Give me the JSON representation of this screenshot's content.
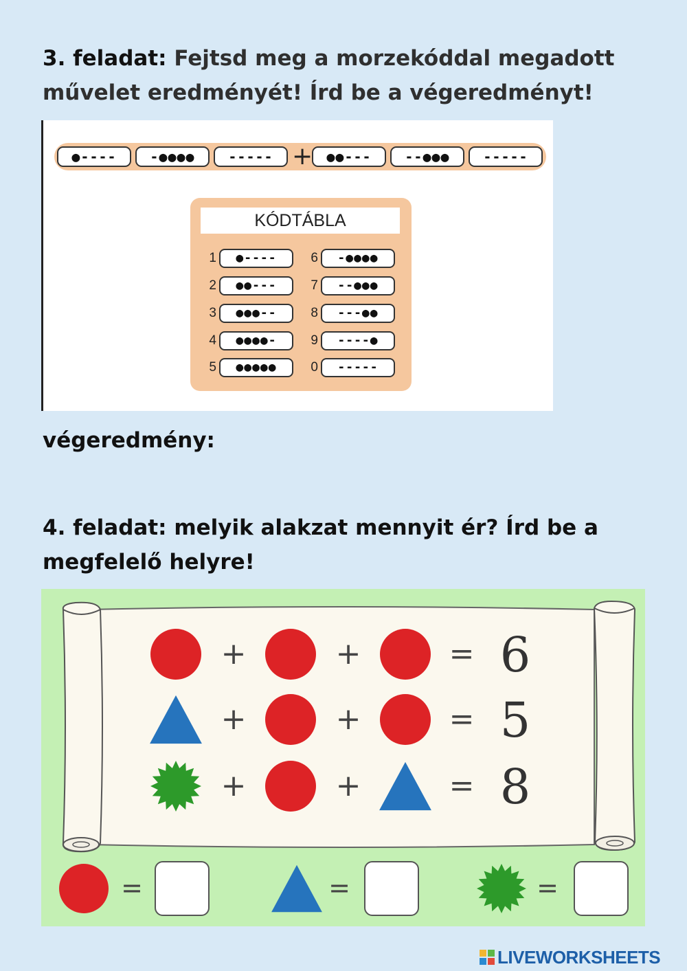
{
  "task3": {
    "label": "3. feladat:",
    "instruction": "Fejtsd meg a morzekóddal megadott művelet eredményét! Írd be a végeredményt!",
    "expression": {
      "left_codes": [
        "●----",
        "-●●●●",
        "-----"
      ],
      "operator": "+",
      "right_codes": [
        "●●---",
        "--●●●",
        "-----"
      ]
    },
    "codetable": {
      "title": "KÓDTÁBLA",
      "entries": [
        {
          "digit": "1",
          "code": "●----"
        },
        {
          "digit": "2",
          "code": "●●---"
        },
        {
          "digit": "3",
          "code": "●●●--"
        },
        {
          "digit": "4",
          "code": "●●●●-"
        },
        {
          "digit": "5",
          "code": "●●●●●"
        },
        {
          "digit": "6",
          "code": "-●●●●"
        },
        {
          "digit": "7",
          "code": "--●●●"
        },
        {
          "digit": "8",
          "code": "---●●"
        },
        {
          "digit": "9",
          "code": "----●"
        },
        {
          "digit": "0",
          "code": "-----"
        }
      ]
    },
    "result_label": "végeredmény:"
  },
  "task4": {
    "title": "4. feladat: melyik alakzat mennyit ér? Írd be a megfelelő helyre!",
    "equations": [
      {
        "shapes": [
          "circle",
          "circle",
          "circle"
        ],
        "result": "6"
      },
      {
        "shapes": [
          "triangle",
          "circle",
          "circle"
        ],
        "result": "5"
      },
      {
        "shapes": [
          "star",
          "circle",
          "triangle"
        ],
        "result": "8"
      }
    ],
    "plus_sign": "+",
    "equals_sign": "=",
    "answers": [
      {
        "shape": "circle",
        "value": ""
      },
      {
        "shape": "triangle",
        "value": ""
      },
      {
        "shape": "star",
        "value": ""
      }
    ],
    "colors": {
      "circle": "#dd2326",
      "triangle": "#2674bd",
      "star": "#2d9a2a"
    }
  },
  "brand": {
    "name": "LIVEWORKSHEETS",
    "logo_letters": "LIVE"
  }
}
